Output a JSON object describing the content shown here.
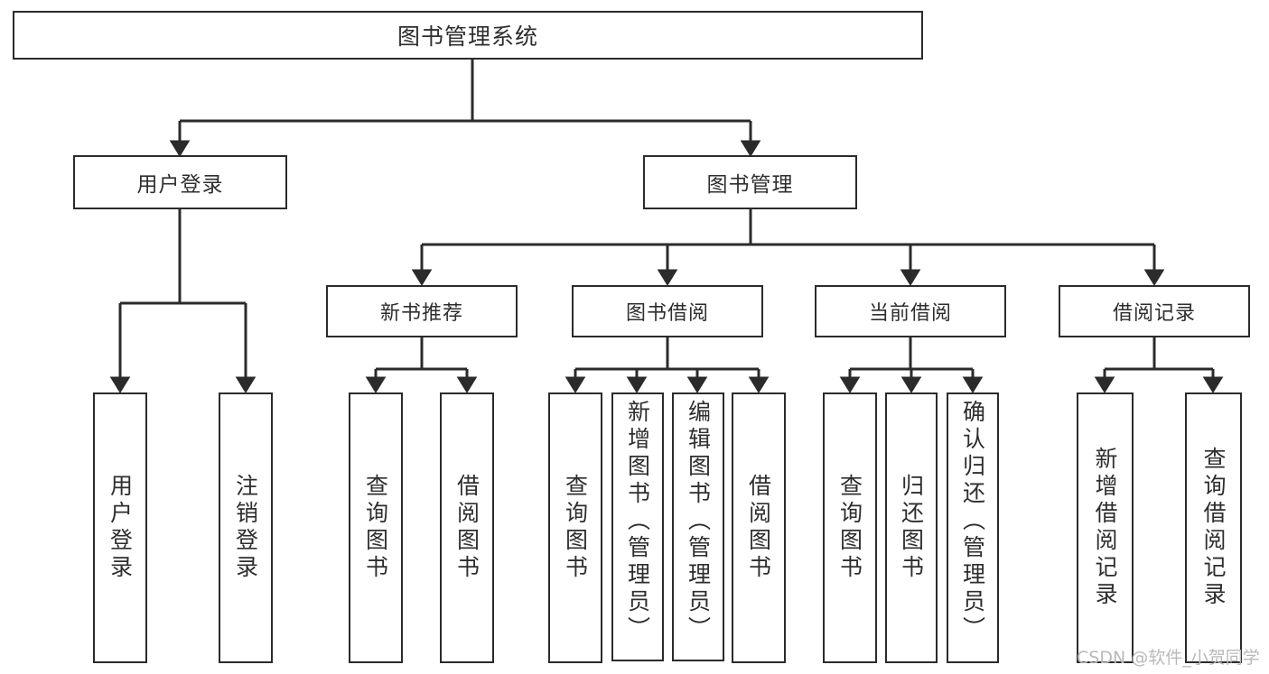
{
  "diagram": {
    "type": "tree",
    "title": "图书管理系统",
    "watermark": "CSDN @软件_小贺同学",
    "colors": {
      "box_border": "#2b2b2b",
      "box_fill": "#ffffff",
      "text": "#2e2e2e",
      "edge": "#2b2b2b",
      "watermark": "#b9b9b9"
    },
    "root": {
      "label": "图书管理系统"
    },
    "level1": [
      {
        "label": "用户登录"
      },
      {
        "label": "图书管理"
      }
    ],
    "level2": [
      {
        "label": "新书推荐"
      },
      {
        "label": "图书借阅"
      },
      {
        "label": "当前借阅"
      },
      {
        "label": "借阅记录"
      }
    ],
    "leaves": {
      "user_login": [
        {
          "label": "用户登录"
        },
        {
          "label": "注销登录"
        }
      ],
      "new_book_recommend": [
        {
          "label": "查询图书"
        },
        {
          "label": "借阅图书"
        }
      ],
      "book_borrow": [
        {
          "label": "查询图书"
        },
        {
          "label": "新增图书（管理员）"
        },
        {
          "label": "编辑图书（管理员）"
        },
        {
          "label": "借阅图书"
        }
      ],
      "current_borrow": [
        {
          "label": "查询图书"
        },
        {
          "label": "归还图书"
        },
        {
          "label": "确认归还（管理员）"
        }
      ],
      "borrow_records": [
        {
          "label": "新增借阅记录"
        },
        {
          "label": "查询借阅记录"
        }
      ]
    }
  }
}
